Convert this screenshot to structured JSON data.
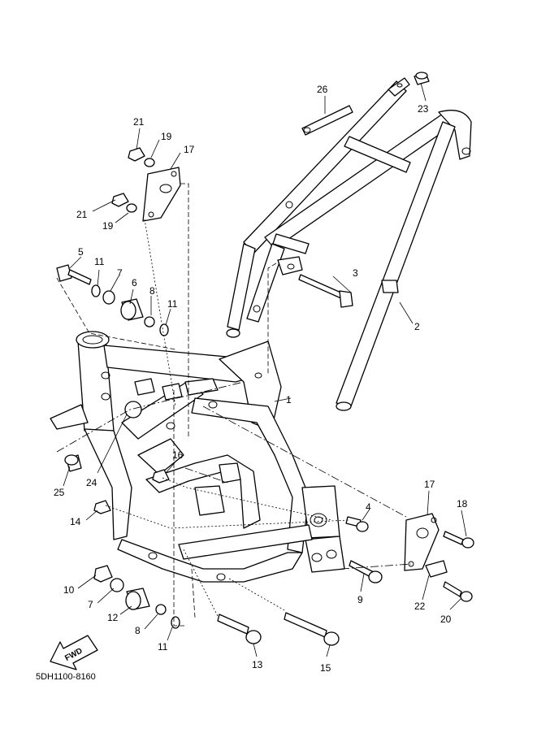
{
  "diagram_code": "5DH1100-8160",
  "fwd_label": "FWD",
  "callouts": {
    "c1": "1",
    "c2": "2",
    "c3": "3",
    "c4": "4",
    "c5": "5",
    "c6": "6",
    "c7a": "7",
    "c7b": "7",
    "c8a": "8",
    "c8b": "8",
    "c9": "9",
    "c10": "10",
    "c11a": "11",
    "c11b": "11",
    "c11c": "11",
    "c12": "12",
    "c13": "13",
    "c14": "14",
    "c15": "15",
    "c16": "16",
    "c17a": "17",
    "c17b": "17",
    "c18": "18",
    "c19a": "19",
    "c19b": "19",
    "c20": "20",
    "c21a": "21",
    "c21b": "21",
    "c22": "22",
    "c23": "23",
    "c24": "24",
    "c25": "25",
    "c26": "26"
  }
}
